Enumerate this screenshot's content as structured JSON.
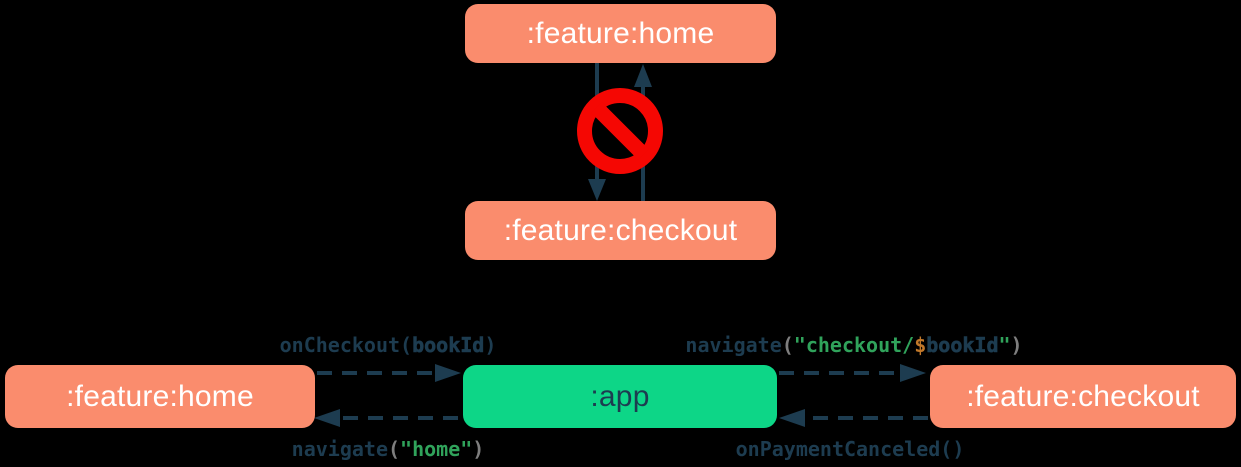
{
  "colors": {
    "bg": "#000000",
    "salmon": "#FA8C6D",
    "green": "#0DD687",
    "navy": "#1D3C50",
    "box_text": "#FFFFFF",
    "red": "#F50703",
    "code_green": "#30A35B",
    "code_gray": "#7E7E7E",
    "code_orange": "#C1782A"
  },
  "icons": {
    "no_entry": "no-entry-prohibition-sign"
  },
  "forbidden_section": {
    "home_module": ":feature:home",
    "checkout_module": ":feature:checkout"
  },
  "mediator_section": {
    "home_module": ":feature:home",
    "app_module": ":app",
    "checkout_module": ":feature:checkout",
    "labels": {
      "on_checkout": [
        {
          "t": "onCheckout(",
          "c": "navy"
        },
        {
          "t": "bookId",
          "c": "navy",
          "b": true
        },
        {
          "t": ")",
          "c": "navy"
        }
      ],
      "navigate_checkout": [
        {
          "t": "navigate",
          "c": "navy"
        },
        {
          "t": "(",
          "c": "gray"
        },
        {
          "t": "\"checkout/",
          "c": "green"
        },
        {
          "t": "$",
          "c": "orange"
        },
        {
          "t": "bookId",
          "c": "navy",
          "b": true
        },
        {
          "t": "\"",
          "c": "green"
        },
        {
          "t": ")",
          "c": "gray"
        }
      ],
      "navigate_home": [
        {
          "t": "navigate",
          "c": "navy"
        },
        {
          "t": "(",
          "c": "gray"
        },
        {
          "t": "\"home\"",
          "c": "green"
        },
        {
          "t": ")",
          "c": "gray"
        }
      ],
      "on_payment_canceled": [
        {
          "t": "onPaymentCanceled()",
          "c": "navy"
        }
      ]
    }
  }
}
